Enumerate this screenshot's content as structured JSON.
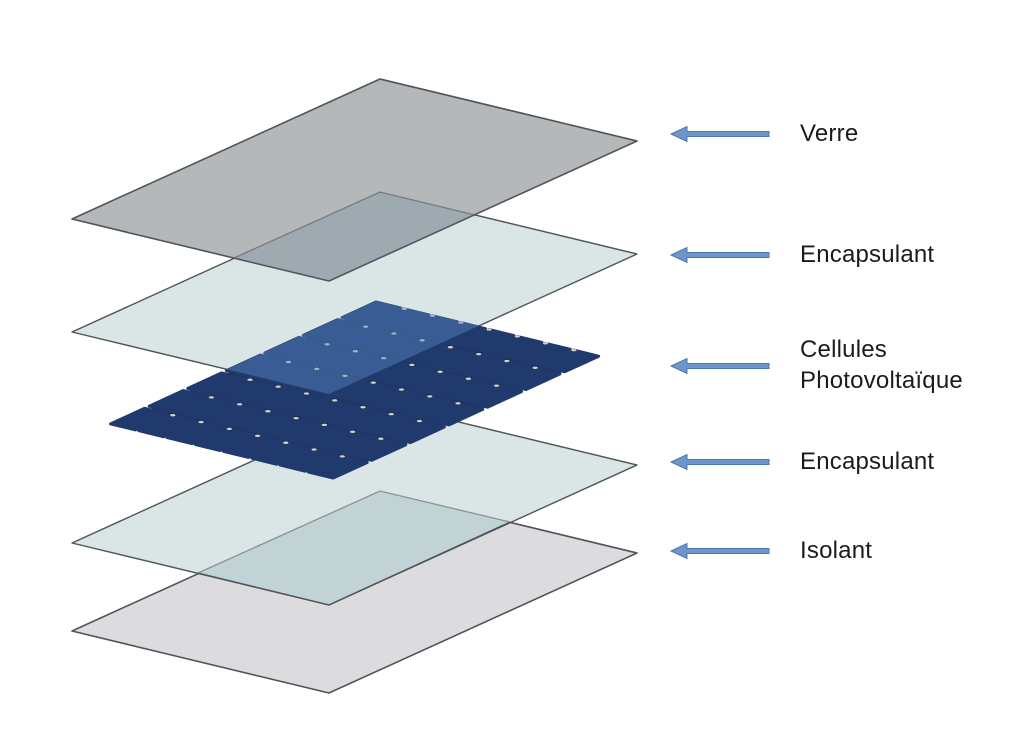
{
  "diagram": {
    "background": "#ffffff",
    "outline_color": "#50555c",
    "label_color": "#1b1b1b",
    "arrow": {
      "fill": "#6d95ca",
      "stroke": "#4e79b2"
    },
    "layers": [
      {
        "id": "verre",
        "name": "Verre",
        "fill": "#b5b8b9"
      },
      {
        "id": "encapsulant-top",
        "name": "Encapsulant",
        "fill": "#d9e6e5"
      },
      {
        "id": "cellules",
        "name": "Cellules Photovoltaïque",
        "fill": "#203a6d"
      },
      {
        "id": "encapsulant-bottom",
        "name": "Encapsulant",
        "fill": "#d9e6e5"
      },
      {
        "id": "isolant",
        "name": "Isolant",
        "fill": "#dcdcde"
      }
    ],
    "annotations": [
      {
        "label": "Verre"
      },
      {
        "label": "Encapsulant"
      },
      {
        "label": "Cellules\nPhotovoltaïque"
      },
      {
        "label": "Encapsulant"
      },
      {
        "label": "Isolant"
      }
    ],
    "cell_grid": {
      "rows": 7,
      "cols": 8,
      "cell_color": "#203a6d",
      "gap_color": "#18243e",
      "dot_color": "#d6d1bf",
      "highlight_color": "rgba(90,140,200,0.42)"
    }
  }
}
